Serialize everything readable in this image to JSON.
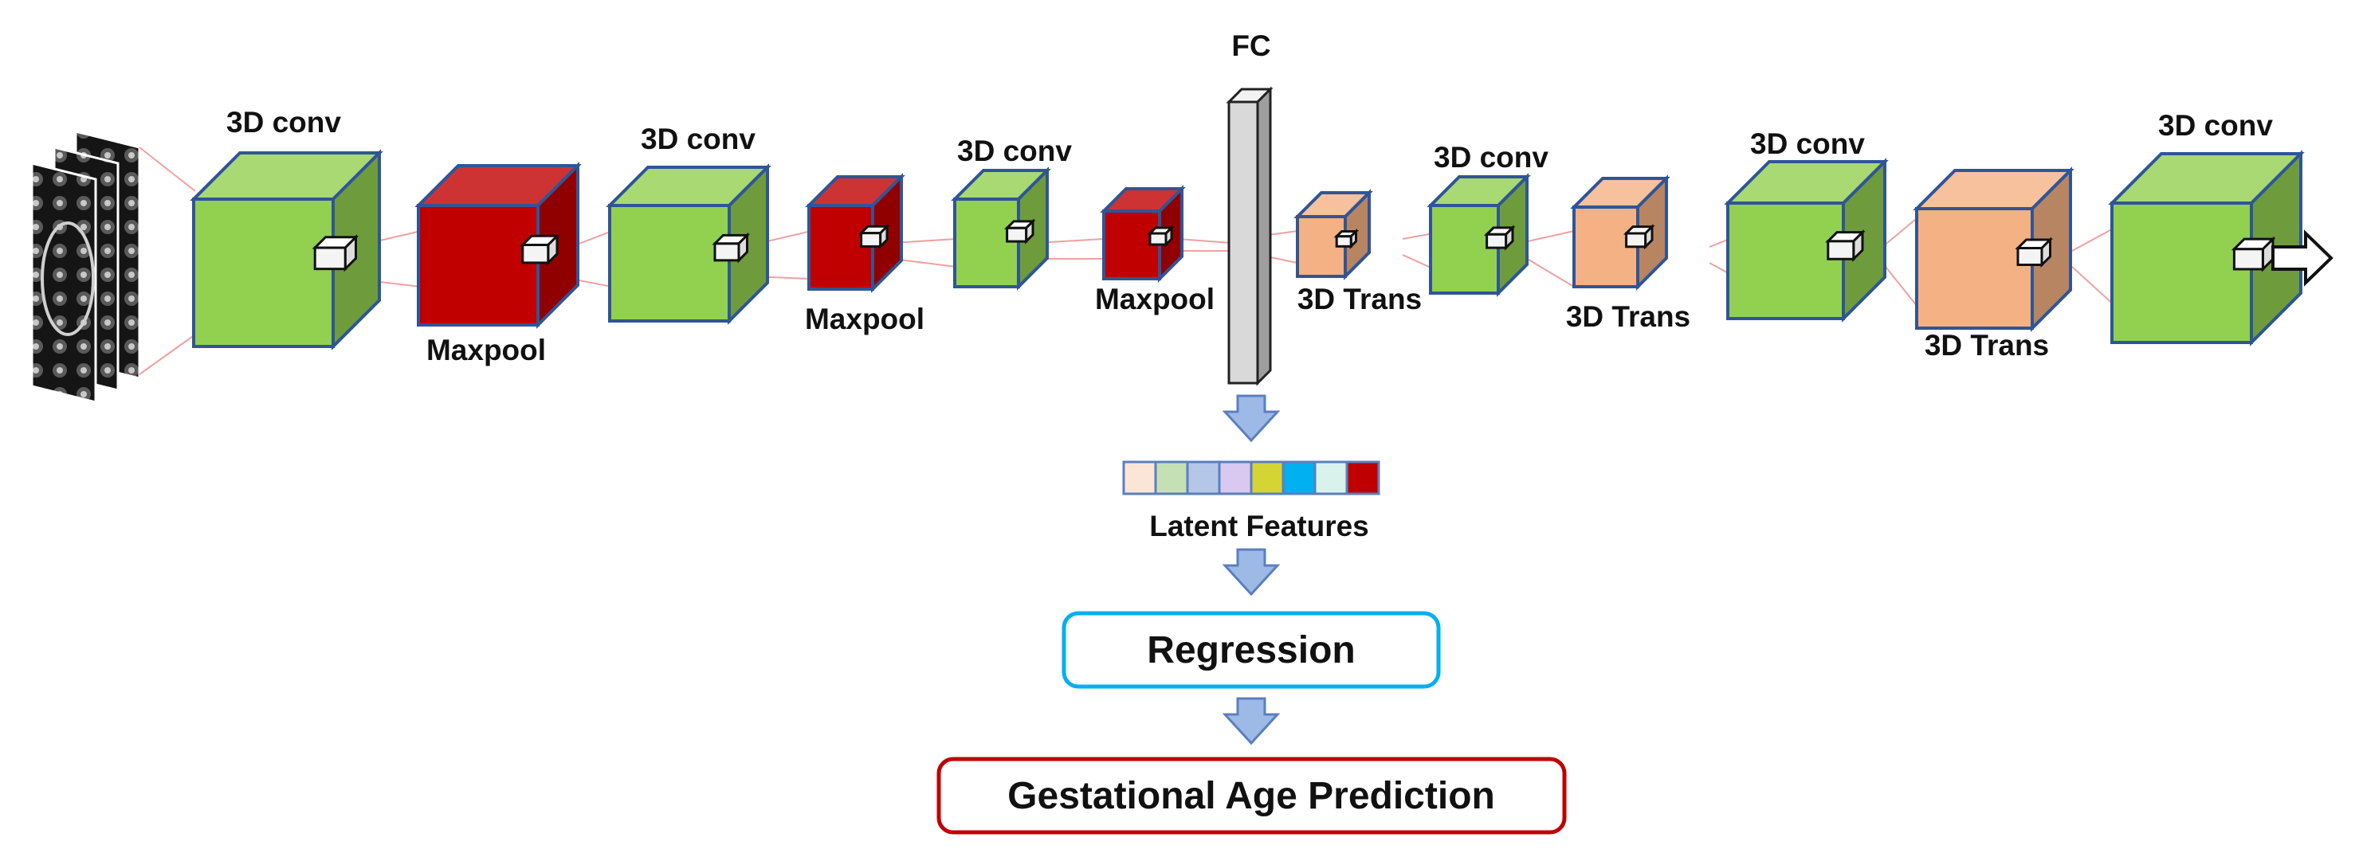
{
  "labels": {
    "conv1": "3D conv",
    "pool1": "Maxpool",
    "conv2": "3D conv",
    "pool2": "Maxpool",
    "conv3": "3D conv",
    "pool3": "Maxpool",
    "fc": "FC",
    "trans1": "3D Trans",
    "conv4": "3D conv",
    "trans2": "3D Trans",
    "conv5": "3D conv",
    "trans3": "3D Trans",
    "conv6": "3D conv",
    "latent": "Latent Features",
    "regression": "Regression",
    "prediction": "Gestational Age Prediction"
  },
  "colors": {
    "conv": "#92d050",
    "maxpool": "#c00000",
    "trans": "#f4b183",
    "fc": "#d9d9d9",
    "arrow": "#9db9e5",
    "regression_border": "#00b0f0",
    "prediction_border": "#c00000"
  },
  "latent_colors": [
    "#fbe5d6",
    "#c5e0b4",
    "#b4c7e7",
    "#d9c8f0",
    "#d4d435",
    "#00b0f0",
    "#d9f2ec",
    "#c00000"
  ]
}
